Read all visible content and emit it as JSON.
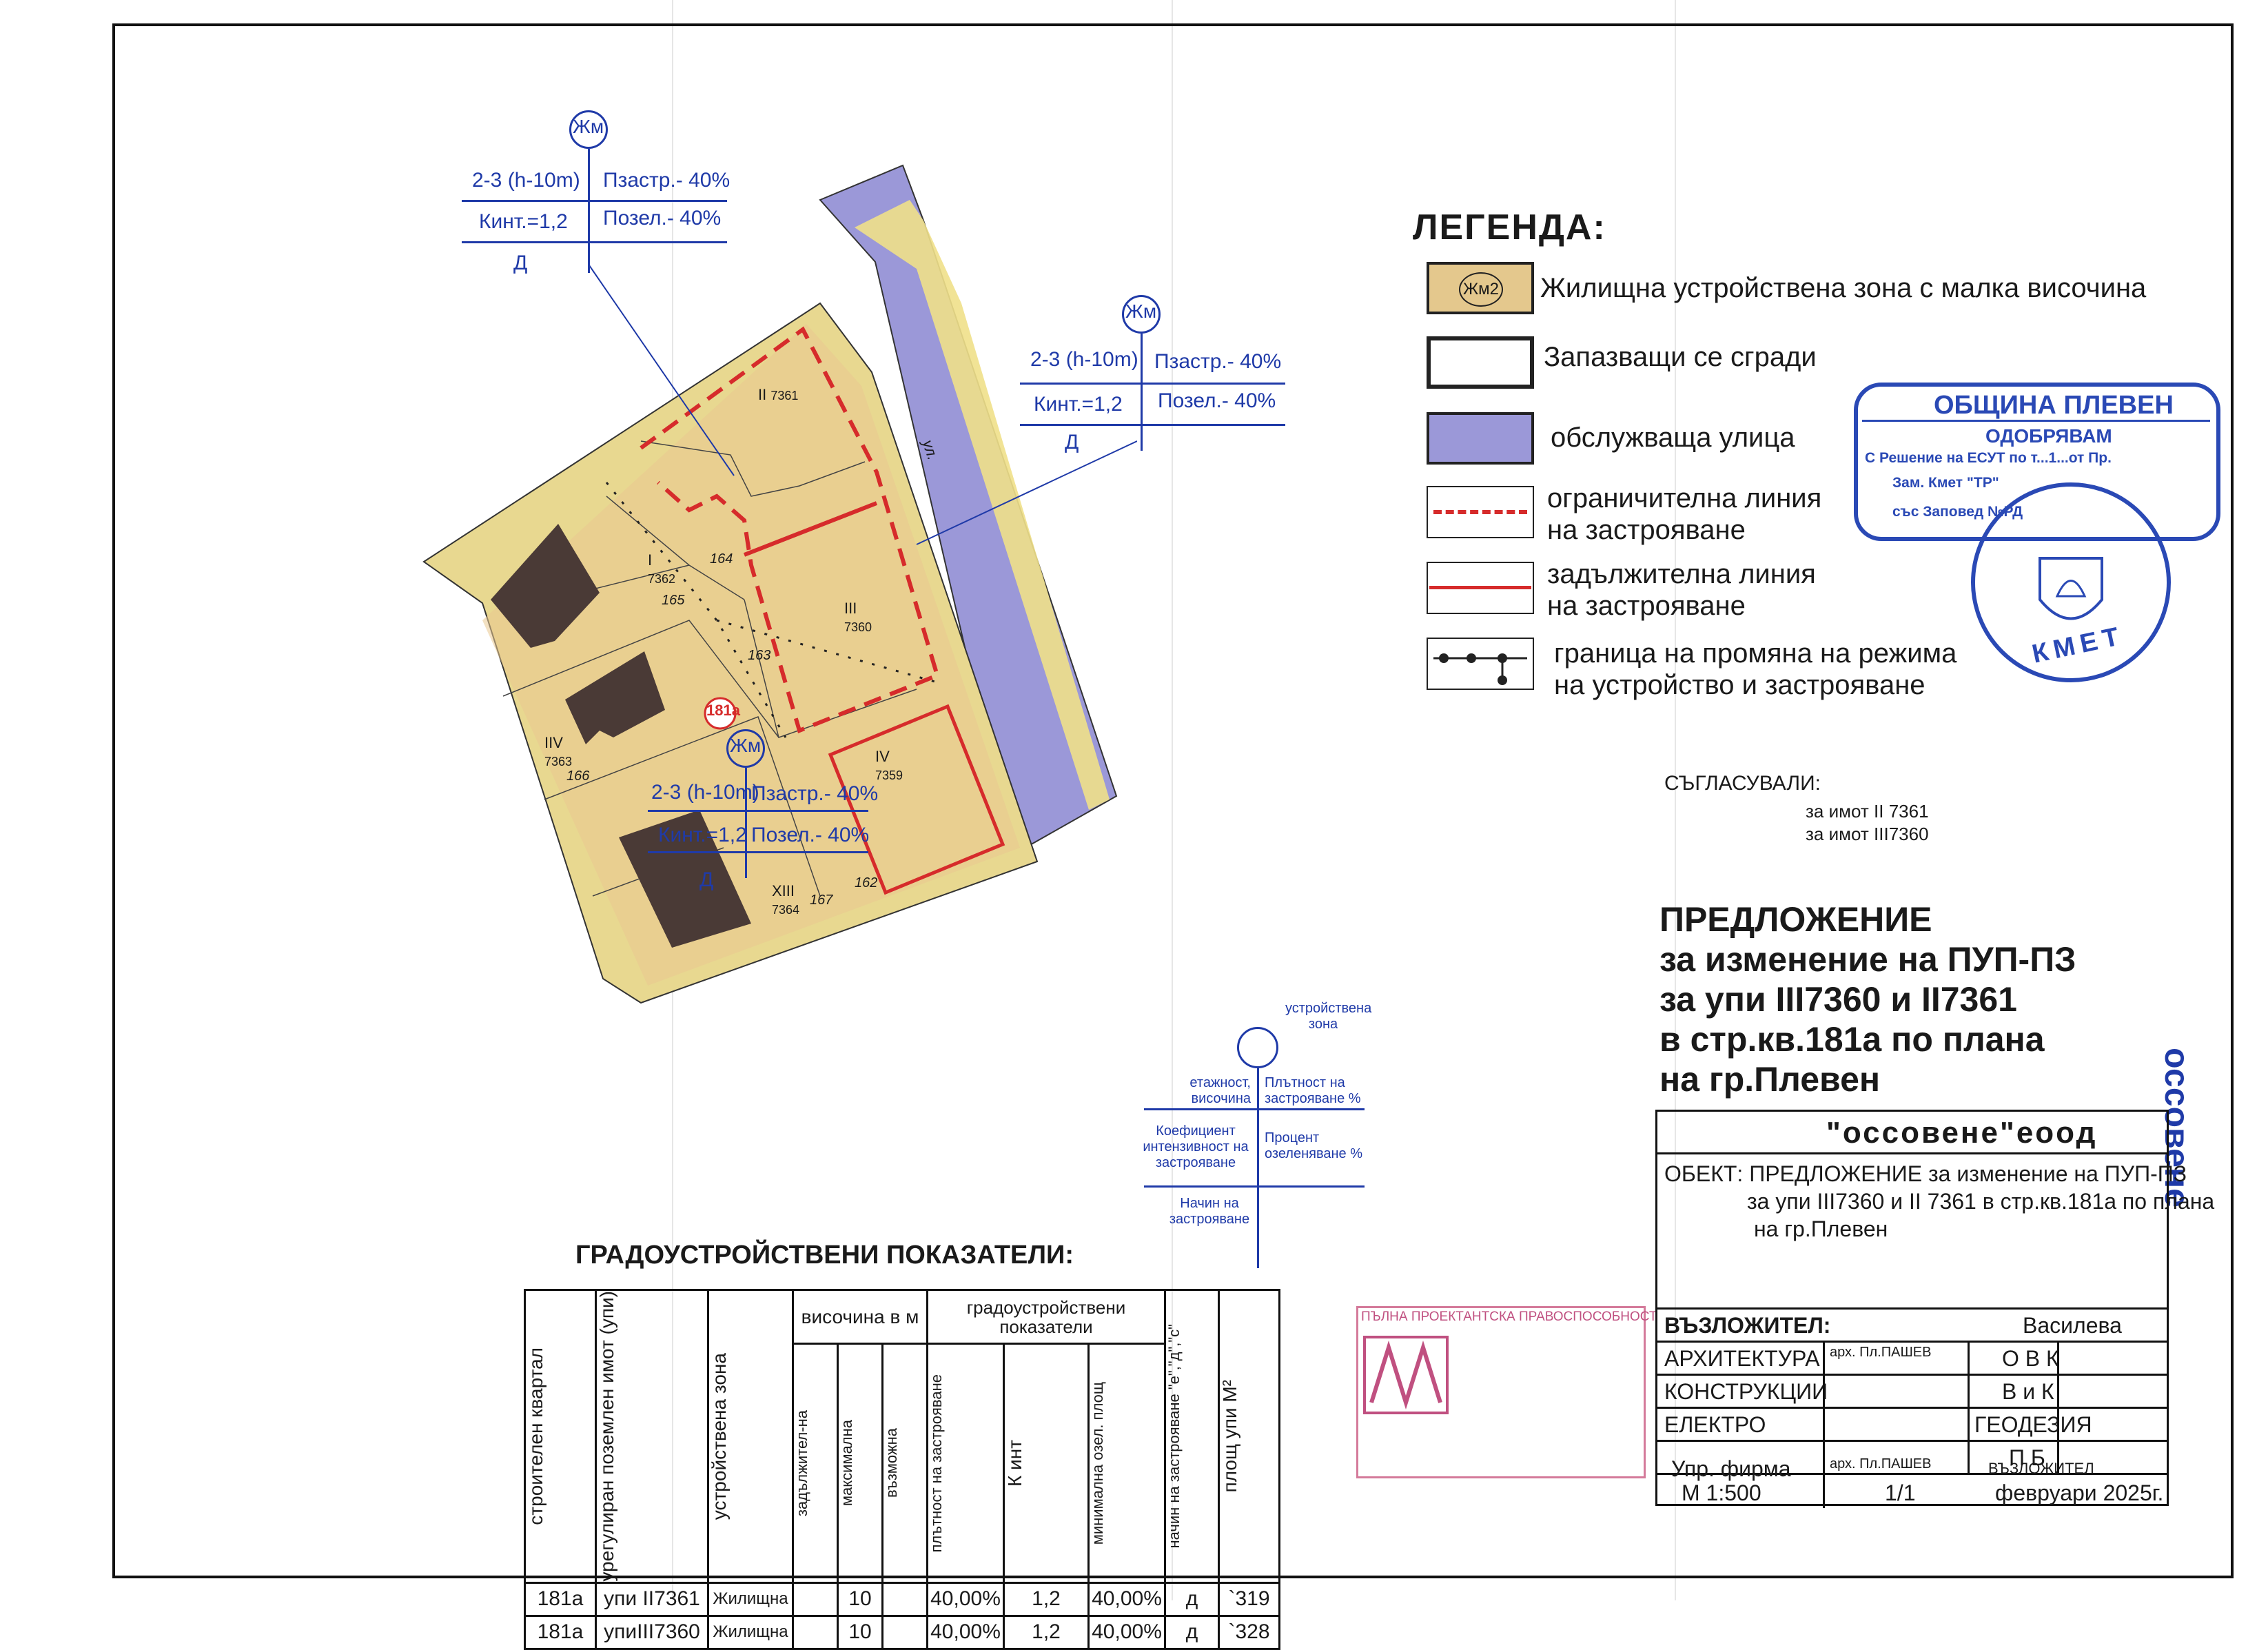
{
  "legend": {
    "title": "ЛЕГЕНДА:",
    "items": [
      {
        "symbol": "Жм2",
        "label": "Жилищна устройствена зона с малка височина"
      },
      {
        "label": "Запазващи  се сгради"
      },
      {
        "label": "обслужваща улица"
      },
      {
        "label_line1": "ограничителна линия",
        "label_line2": "на застрояване"
      },
      {
        "label_line1": "задължителна линия",
        "label_line2": "на застрояване"
      },
      {
        "label_line1": "граница на промяна на режима",
        "label_line2": "на устройство и застрояване"
      }
    ]
  },
  "stamp": {
    "line1": "ОБЩИНА ПЛЕВЕН",
    "line2": "ОДОБРЯВАМ",
    "line3": "С Решение на ЕСУТ по т...1...от Пр.",
    "line4": "Зам. Кмет \"ТР\"",
    "line5": "със Заповед №РД",
    "ring": "КМЕТ"
  },
  "approvals": {
    "heading": "СЪГЛАСУВАЛИ:",
    "item1": "за имот II 7361",
    "item2": "за имот III7360"
  },
  "proposal": {
    "line1": "ПРЕДЛОЖЕНИЕ",
    "line2": "за изменение на ПУП-ПЗ",
    "line3": "за упи III7360 и II7361",
    "line4": "в стр.кв.181а по плана",
    "line5": "на гр.Плевен"
  },
  "key_diagram": {
    "top": "устройствена зона",
    "tl": "етажност, височина",
    "tr": "Плътност на застрояване %",
    "ml": "Коефициент интензивност на застрояване",
    "mr": "Процент озеленяване %",
    "bl": "Начин на застрояване"
  },
  "zones": [
    {
      "code": "Жм",
      "height": "2-3 (h-10m)",
      "density": "Пзастр.- 40%",
      "kint": "Кинт.=1,2",
      "green": "Позел.- 40%",
      "mode": "Д"
    },
    {
      "code": "Жм",
      "height": "2-3 (h-10m)",
      "density": "Пзастр.- 40%",
      "kint": "Кинт.=1,2",
      "green": "Позел.- 40%",
      "mode": "Д"
    },
    {
      "code": "Жм",
      "height": "2-3 (h-10m)",
      "density": "Пзастр.- 40%",
      "kint": "Кинт.=1,2",
      "green": "Позел.- 40%",
      "mode": "Д"
    }
  ],
  "map": {
    "block": "181а",
    "plots": [
      {
        "id": "II",
        "num": "7361"
      },
      {
        "id": "I",
        "num": "7362"
      },
      {
        "id": "III",
        "num": "7360"
      },
      {
        "id": "IIV",
        "num": "7363"
      },
      {
        "id": "IV",
        "num": "7359"
      },
      {
        "id": "XIII",
        "num": "7364"
      }
    ],
    "points": [
      "164",
      "165",
      "163",
      "166",
      "167",
      "162"
    ],
    "street_label": "ул."
  },
  "table": {
    "heading": "ГРАДОУСТРОЙСТВЕНИ ПОКАЗАТЕЛИ:",
    "headers": {
      "block": "строителен квартал",
      "plot": "урегулиран поземлен имот (упи)",
      "zone": "устройствена зона",
      "height_group": "височина в м",
      "h_mand": "задължител-на",
      "h_max": "максимална",
      "h_poss": "възможна",
      "ind_group": "градоустройствени показатели",
      "density": "плътност на застрояване",
      "kint": "К инт",
      "green": "минимална озел. площ",
      "mode": "начин на застрояване \"е\",\"д\",\"с\"",
      "area": "площ упи М²"
    },
    "rows": [
      {
        "block": "181а",
        "plot": "упи II7361",
        "zone": "Жилищна",
        "h_mand": "",
        "h_max": "10",
        "h_poss": "",
        "density": "40,00%",
        "kint": "1,2",
        "green": "40,00%",
        "mode": "д",
        "area": "`319"
      },
      {
        "block": "181а",
        "plot": "упиIII7360",
        "zone": "Жилищна",
        "h_mand": "",
        "h_max": "10",
        "h_poss": "",
        "density": "40,00%",
        "kint": "1,2",
        "green": "40,00%",
        "mode": "д",
        "area": "`328"
      }
    ]
  },
  "title_block": {
    "firm": "\"оссовене\"еоод",
    "object_line1": "ОБЕКТ: ПРЕДЛОЖЕНИЕ за изменение на ПУП-ПЗ",
    "object_line2": "за упи III7360 и II 7361 в стр.кв.181а по плана",
    "object_line3": "на гр.Плевен",
    "client_label": "ВЪЗЛОЖИТЕЛ:",
    "client_name": "Василева",
    "arch": "АРХИТЕКТУРА",
    "arch_name": "арх. Пл.ПАШЕВ",
    "ovk": "О В К",
    "constr": "КОНСТРУКЦИИ",
    "vik": "В и К",
    "electro": "ЕЛЕКТРО",
    "geo": "ГЕОДЕЗИЯ",
    "pb": "П Б",
    "firm_label": "Упр. фирма",
    "firm_name": "арх. Пл.ПАШЕВ",
    "client2": "ВЪЗЛОЖИТЕЛ",
    "scale": "М 1:500",
    "sheet": "1/1",
    "date": "февруари 2025г."
  },
  "side_logo": "оссовене",
  "license_stamp": "ПЪЛНА ПРОЕКТАНТСКА ПРАВОСПОСОБНОСТ"
}
